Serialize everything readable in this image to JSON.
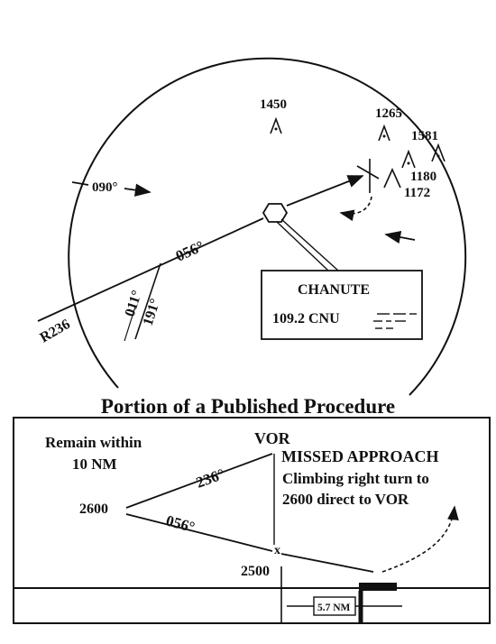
{
  "plan_view": {
    "obstacles": [
      {
        "elevation": "1450"
      },
      {
        "elevation": "1265"
      },
      {
        "elevation": "1581"
      },
      {
        "elevation": "1180"
      },
      {
        "elevation": "1172"
      }
    ],
    "course_inbound": "056°",
    "course_arc": "090°",
    "radial": "R236",
    "bearing_a": "011°",
    "bearing_b": "191°",
    "station_box": {
      "name": "CHANUTE",
      "frequency": "109.2 CNU",
      "morse": "- - - - -"
    }
  },
  "caption": "Portion of a Published Procedure",
  "profile_view": {
    "remain_within_line1": "Remain within",
    "remain_within_line2": "10 NM",
    "vor_label": "VOR",
    "missed_title": "MISSED APPROACH",
    "missed_line1": "Climbing right turn to",
    "missed_line2": "2600 direct to VOR",
    "outbound_course": "236°",
    "inbound_course": "056°",
    "turn_altitude": "2600",
    "fix_altitude": "2500",
    "fix_marker": "x",
    "distance": "5.7 NM"
  }
}
